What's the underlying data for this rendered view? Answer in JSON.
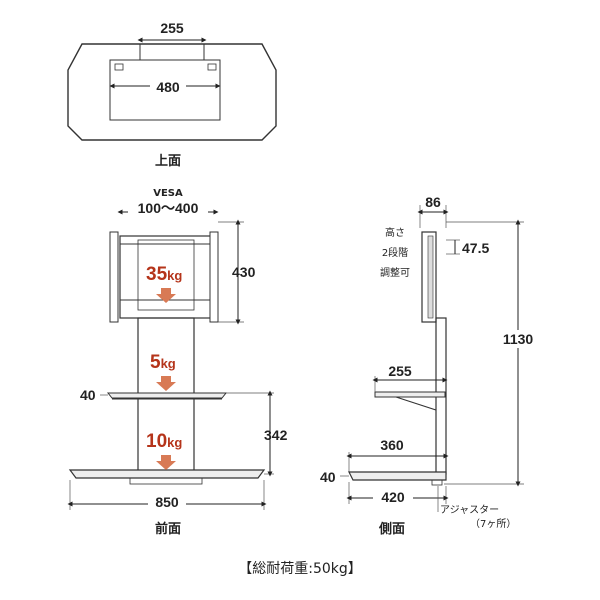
{
  "top_view": {
    "width_inner": "255",
    "width_outer": "480",
    "caption": "上面"
  },
  "front_view": {
    "vesa_label": "VESA",
    "vesa_range": "100～400",
    "bracket_height": "430",
    "load_top": "35",
    "load_mid": "5",
    "load_bottom": "10",
    "load_unit": "kg",
    "shelf_thickness": "40",
    "shelf_height": "342",
    "base_width": "850",
    "caption": "前面"
  },
  "side_view": {
    "depth_top": "86",
    "height_note": [
      "高さ",
      "2段階",
      "調整可"
    ],
    "offset": "47.5",
    "total_height": "1130",
    "shelf_depth": "255",
    "base_depth_top": "360",
    "base_thickness": "40",
    "base_depth_bottom": "420",
    "adjuster_label": "アジャスター",
    "adjuster_count": "（7ヶ所）",
    "caption": "側面"
  },
  "footer": {
    "text": "【総耐荷重:50kg】"
  }
}
